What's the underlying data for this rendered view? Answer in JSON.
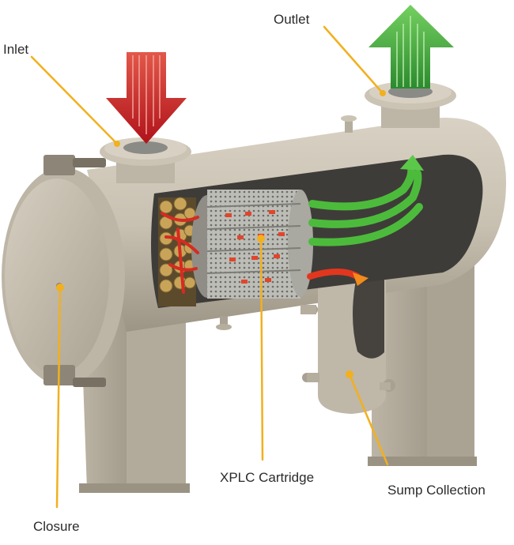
{
  "labels": {
    "inlet": "Inlet",
    "outlet": "Outlet",
    "closure": "Closure",
    "cartridge": "XPLC Cartridge",
    "sump": "Sump Collection"
  },
  "colors": {
    "shell": "#c8c0b1",
    "shell_shadow": "#9c9484",
    "interior": "#3e3c38",
    "leader": "#f2b01e",
    "inlet_arrow": "#c0161b",
    "outlet_arrow": "#3aa33a",
    "flow_green": "#4cbb3c",
    "flow_red": "#d62b21",
    "flow_orange": "#f28a1c"
  }
}
